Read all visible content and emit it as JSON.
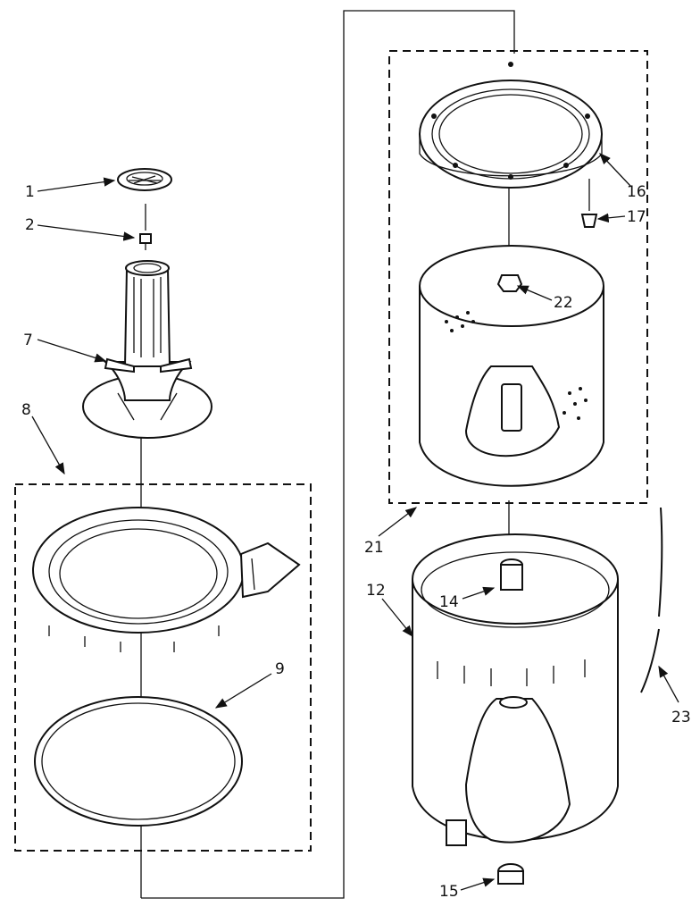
{
  "diagram": {
    "callouts": [
      {
        "id": "c1",
        "label": "1"
      },
      {
        "id": "c2",
        "label": "2"
      },
      {
        "id": "c7",
        "label": "7"
      },
      {
        "id": "c8",
        "label": "8"
      },
      {
        "id": "c9",
        "label": "9"
      },
      {
        "id": "c12",
        "label": "12"
      },
      {
        "id": "c14",
        "label": "14"
      },
      {
        "id": "c15",
        "label": "15"
      },
      {
        "id": "c16",
        "label": "16"
      },
      {
        "id": "c17",
        "label": "17"
      },
      {
        "id": "c21",
        "label": "21"
      },
      {
        "id": "c22",
        "label": "22"
      },
      {
        "id": "c23",
        "label": "23"
      }
    ]
  }
}
